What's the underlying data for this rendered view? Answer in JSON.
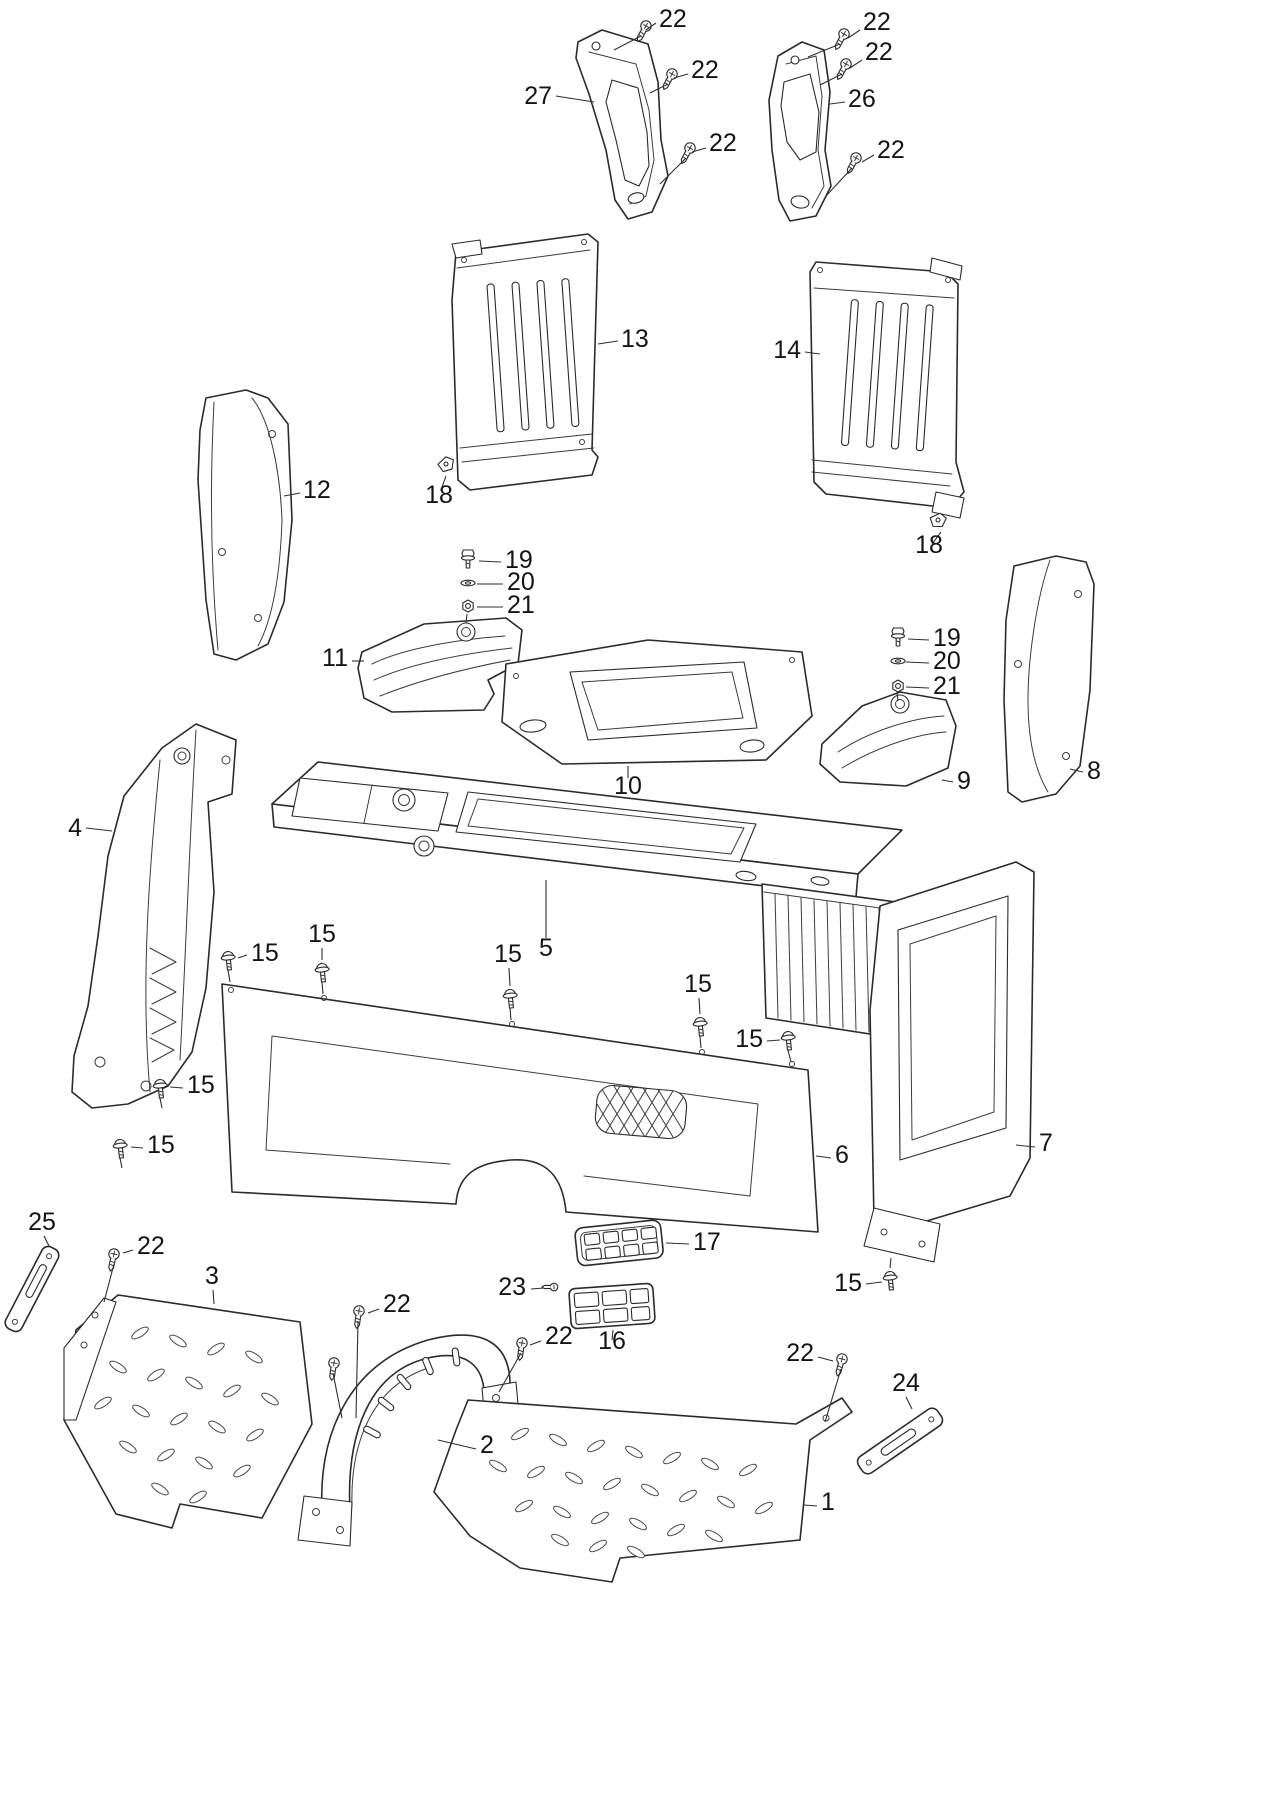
{
  "colors": {
    "background": "#ffffff",
    "line": "#2b2b2b",
    "label": "#141414"
  },
  "callouts": [
    {
      "label": "22"
    },
    {
      "label": "22"
    },
    {
      "label": "27"
    },
    {
      "label": "22"
    },
    {
      "label": "22"
    },
    {
      "label": "22"
    },
    {
      "label": "26"
    },
    {
      "label": "22"
    },
    {
      "label": "13"
    },
    {
      "label": "14"
    },
    {
      "label": "18"
    },
    {
      "label": "12"
    },
    {
      "label": "19"
    },
    {
      "label": "20"
    },
    {
      "label": "21"
    },
    {
      "label": "11"
    },
    {
      "label": "19"
    },
    {
      "label": "20"
    },
    {
      "label": "21"
    },
    {
      "label": "18"
    },
    {
      "label": "10"
    },
    {
      "label": "9"
    },
    {
      "label": "8"
    },
    {
      "label": "4"
    },
    {
      "label": "5"
    },
    {
      "label": "15"
    },
    {
      "label": "15"
    },
    {
      "label": "15"
    },
    {
      "label": "15"
    },
    {
      "label": "15"
    },
    {
      "label": "15"
    },
    {
      "label": "15"
    },
    {
      "label": "6"
    },
    {
      "label": "7"
    },
    {
      "label": "17"
    },
    {
      "label": "23"
    },
    {
      "label": "16"
    },
    {
      "label": "25"
    },
    {
      "label": "22"
    },
    {
      "label": "3"
    },
    {
      "label": "22"
    },
    {
      "label": "22"
    },
    {
      "label": "2"
    },
    {
      "label": "22"
    },
    {
      "label": "15"
    },
    {
      "label": "24"
    },
    {
      "label": "1"
    }
  ]
}
